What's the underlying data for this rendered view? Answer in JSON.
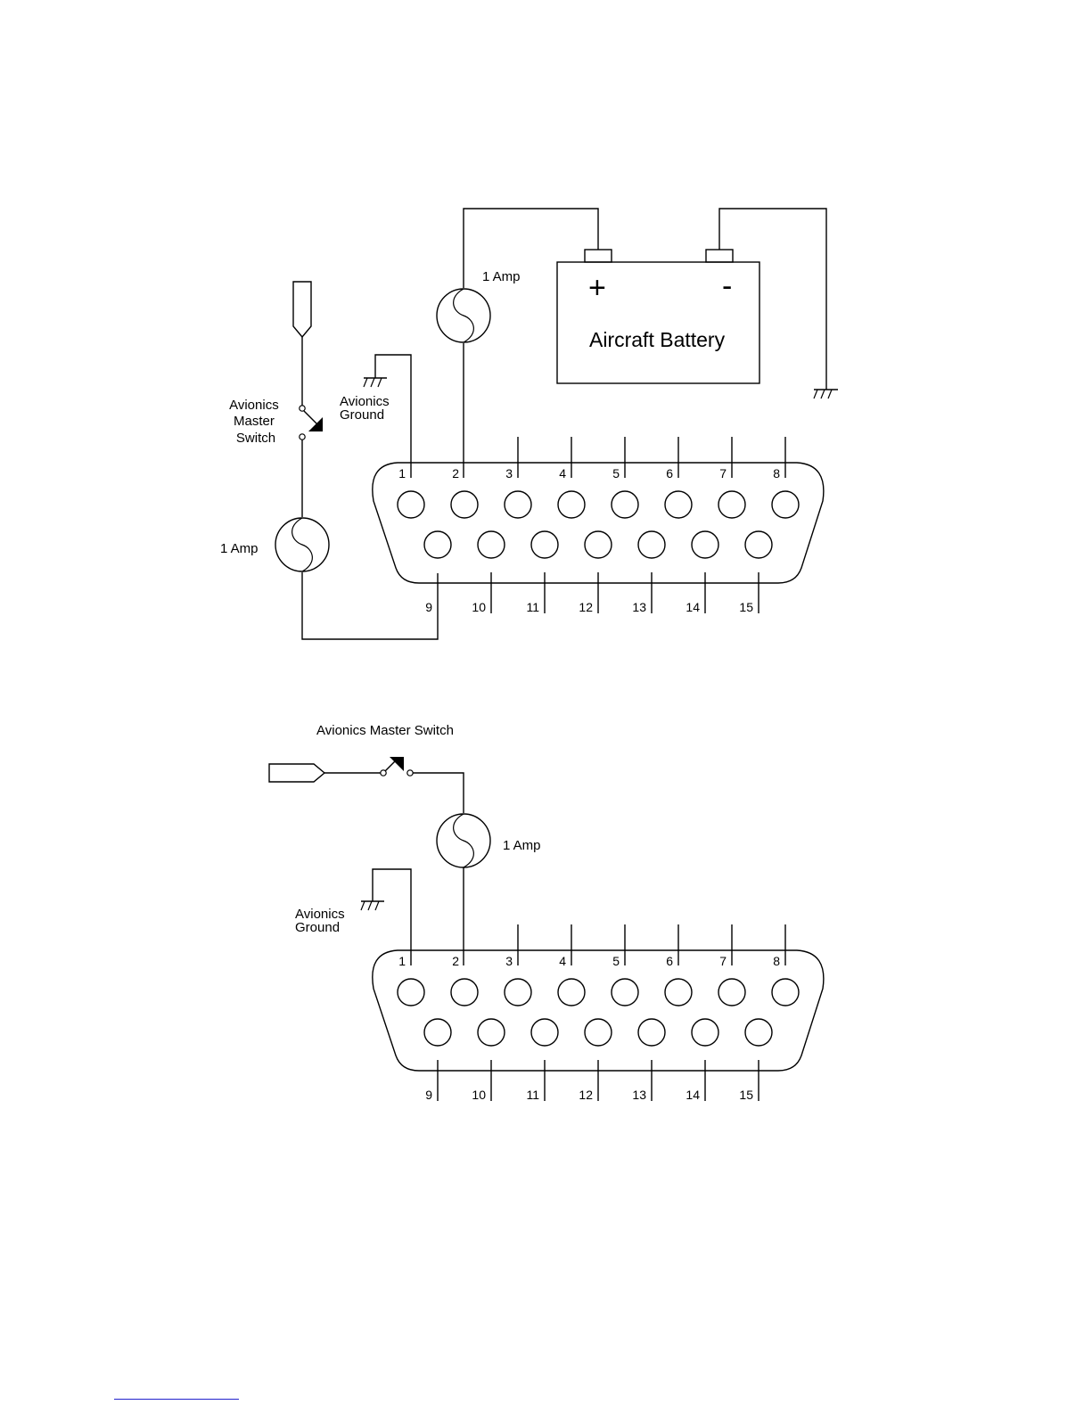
{
  "diagram1": {
    "fuse_top_label": "1 Amp",
    "battery_label": "Aircraft Battery",
    "battery_plus": "+",
    "battery_minus": "-",
    "switch_label": [
      "Avionics",
      "Master",
      "Switch"
    ],
    "ground_label": [
      "Avionics",
      "Ground"
    ],
    "fuse_left_label": "1 Amp",
    "connector": {
      "top_pins": [
        "1",
        "2",
        "3",
        "4",
        "5",
        "6",
        "7",
        "8"
      ],
      "bottom_pins": [
        "9",
        "10",
        "11",
        "12",
        "13",
        "14",
        "15"
      ]
    }
  },
  "diagram2": {
    "switch_label": "Avionics Master Switch",
    "fuse_label": "1 Amp",
    "ground_label": [
      "Avionics",
      "Ground"
    ],
    "connector": {
      "top_pins": [
        "1",
        "2",
        "3",
        "4",
        "5",
        "6",
        "7",
        "8"
      ],
      "bottom_pins": [
        "9",
        "10",
        "11",
        "12",
        "13",
        "14",
        "15"
      ]
    }
  }
}
